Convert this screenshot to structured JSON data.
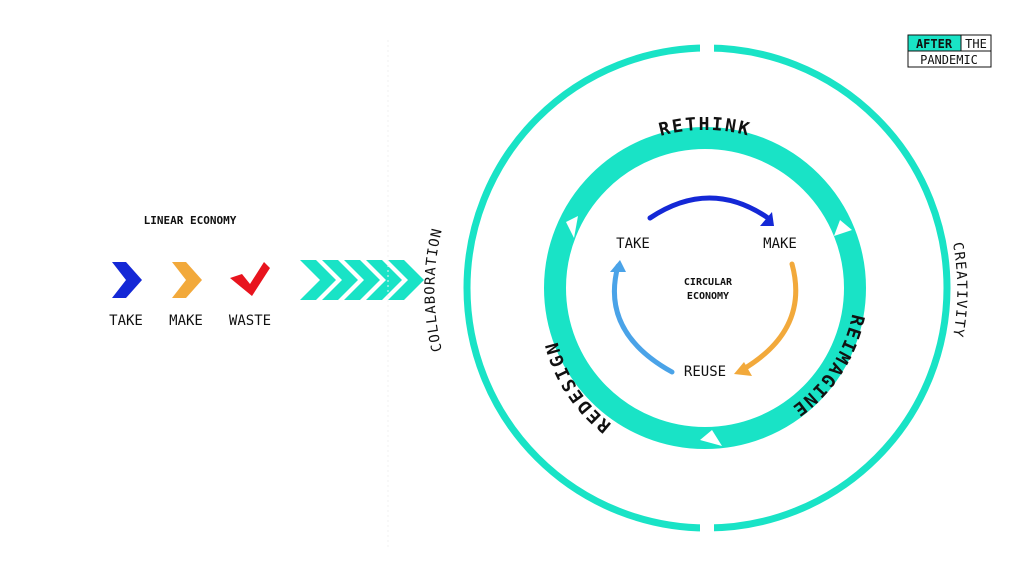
{
  "logo": {
    "after": "AFTER",
    "the": "THE",
    "pandemic": "PANDEMIC"
  },
  "linear": {
    "title": "LINEAR ECONOMY",
    "steps": [
      {
        "label": "TAKE",
        "color": "#1428d6",
        "icon": "chevron-right-icon"
      },
      {
        "label": "MAKE",
        "color": "#f2a93b",
        "icon": "chevron-right-icon"
      },
      {
        "label": "WASTE",
        "color": "#e8141e",
        "icon": "check-mark-icon"
      }
    ]
  },
  "outer_ring": {
    "left_label": "COLLABORATION",
    "right_label": "CREATIVITY",
    "color": "#19e3c6"
  },
  "middle_ring": {
    "top_label": "RETHINK",
    "right_label": "REIMAGINE",
    "left_label": "REDESIGN",
    "color": "#19e3c6"
  },
  "circular": {
    "center_line1": "CIRCULAR",
    "center_line2": "ECONOMY",
    "take": "TAKE",
    "make": "MAKE",
    "reuse": "REUSE",
    "colors": {
      "take_to_make": "#1428d6",
      "make_to_reuse": "#f2a93b",
      "reuse_to_take": "#4aa3e8"
    }
  },
  "colors": {
    "accent": "#19e3c6",
    "text": "#111111"
  }
}
